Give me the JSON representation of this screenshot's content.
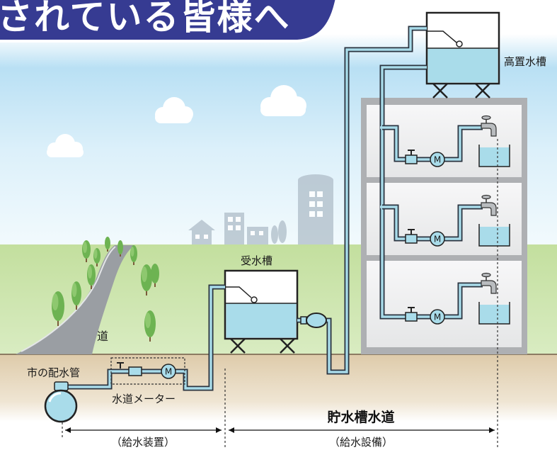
{
  "banner": {
    "text": "されている皆様へ"
  },
  "labels": {
    "elevated_tank": "高置水槽",
    "receiving_tank": "受水槽",
    "road": "道",
    "city_main": "市の配水管",
    "water_meter": "水道メーター",
    "storage_tank_supply": "貯水槽水道",
    "supply_device": "（給水装置）",
    "supply_equipment": "（給水設備）",
    "meter_symbol": "M"
  },
  "colors": {
    "banner": "#363b92",
    "water": "#a9dcea",
    "pipe_outline": "#2b3440",
    "building_frame": "#aeb0b3",
    "tree": "#6db352",
    "road": "#9a9ea3"
  },
  "icons": {
    "valve": "stopcock-icon",
    "meter": "water-meter-icon",
    "pump": "pump-icon",
    "faucet": "faucet-icon"
  }
}
